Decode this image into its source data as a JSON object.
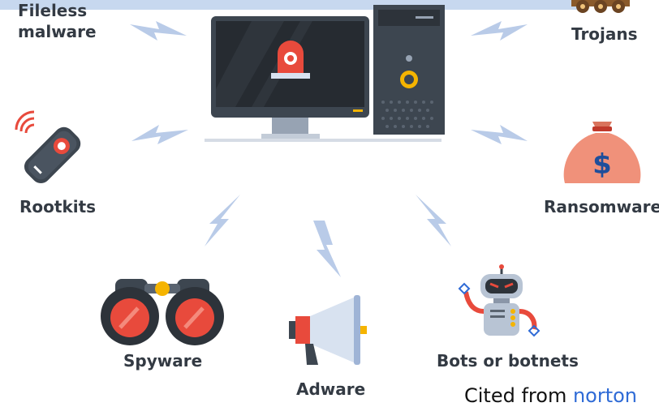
{
  "threats": {
    "fileless": [
      "Fileless",
      "malware"
    ],
    "trojans": "Trojans",
    "rootkits": "Rootkits",
    "ransomware": "Ransomware",
    "spyware": "Spyware",
    "adware": "Adware",
    "bots": "Bots or botnets"
  },
  "ransom_symbol": "$",
  "citation": {
    "prefix": "Cited from ",
    "link_text": "norton"
  },
  "colors": {
    "bolt": "#b9cbe8",
    "label_text": "#333a43",
    "alarm_red": "#e84a3c",
    "bag": "#f0917a",
    "link": "#2f6bd6"
  }
}
